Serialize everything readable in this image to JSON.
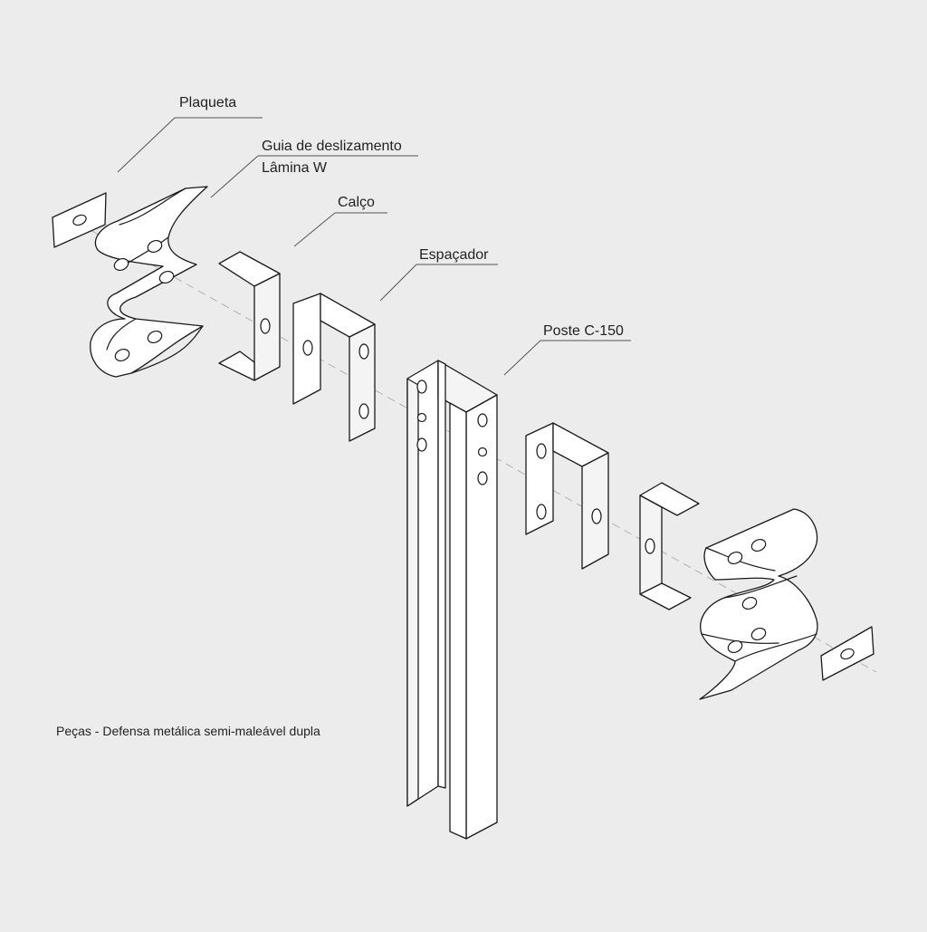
{
  "labels": {
    "plaqueta": "Plaqueta",
    "guia": "Guia de deslizamento",
    "lamina": "Lâmina  W",
    "calco": "Calço",
    "espacador": "Espaçador",
    "poste": "Poste C-150"
  },
  "caption": "Peças - Defensa metálica semi-maleável dupla",
  "colors": {
    "background": "#ececec",
    "line": "#1a1a1a",
    "leader": "#555555"
  }
}
